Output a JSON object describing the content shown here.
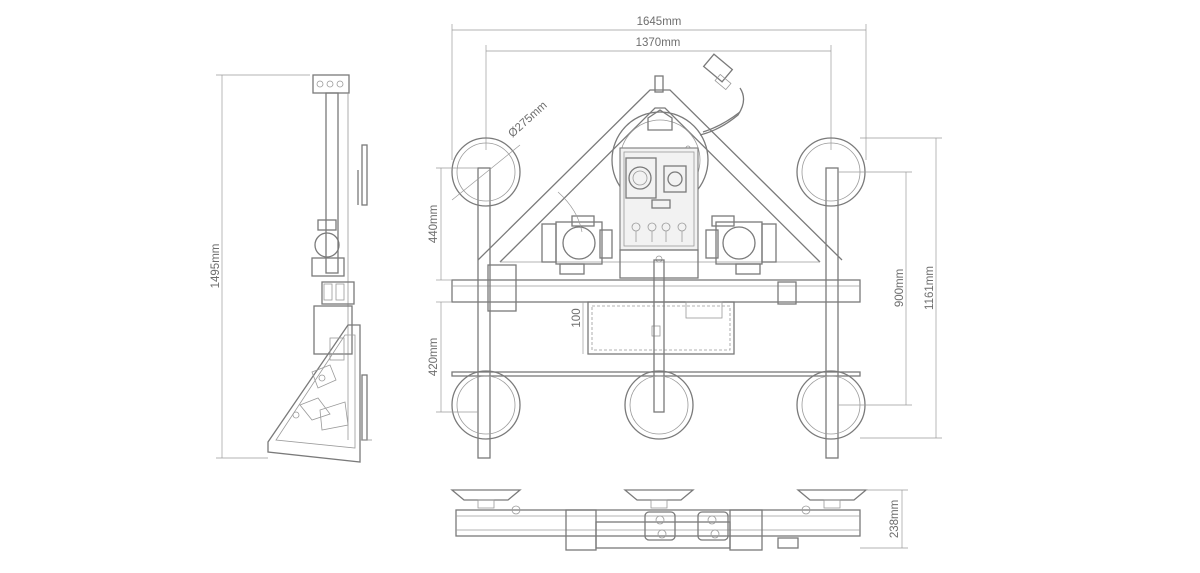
{
  "dimensions": {
    "overall_width": "1645mm",
    "pad_span": "1370mm",
    "pad_diameter": "Ø275mm",
    "upper_offset": "440mm",
    "lower_offset": "420mm",
    "beam_height": "100",
    "pad_vertical": "900mm",
    "total_height": "1161mm",
    "side_height": "1495mm",
    "depth": "238mm"
  },
  "colors": {
    "line": "#7a7a7a",
    "dimension": "#9a9a9a",
    "text": "#6e6e6e"
  }
}
